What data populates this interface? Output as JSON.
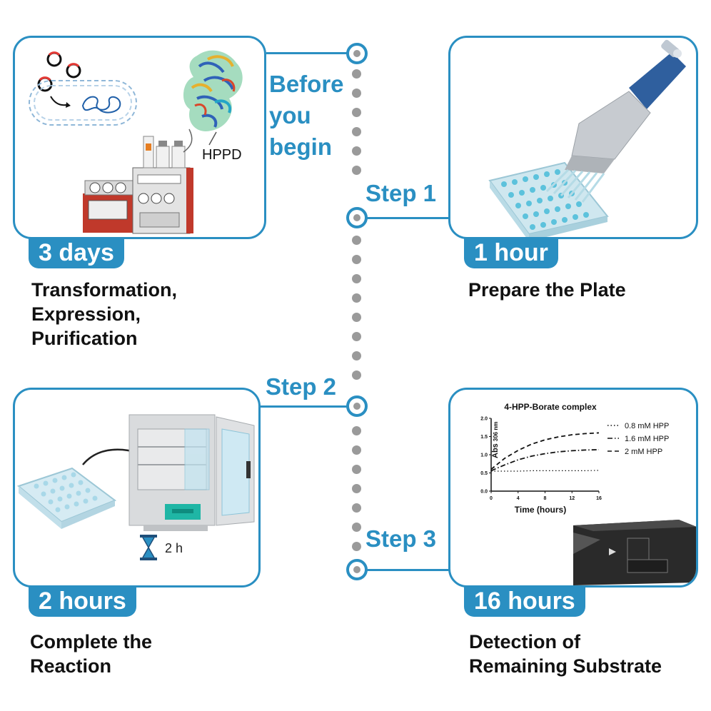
{
  "timeline": {
    "before": {
      "line1": "Before",
      "line2": "you",
      "line3": "begin"
    },
    "step1": "Step 1",
    "step2": "Step 2",
    "step3": "Step 3"
  },
  "panels": {
    "before": {
      "label": "HPPD",
      "duration": "3 days",
      "caption": [
        "Transformation,",
        "Expression,",
        "Purification"
      ]
    },
    "step1": {
      "duration": "1 hour",
      "caption": [
        "Prepare the Plate"
      ]
    },
    "step2": {
      "timer": "2 h",
      "duration": "2 hours",
      "caption": [
        "Complete the",
        "Reaction"
      ]
    },
    "step3": {
      "duration": "16 hours",
      "caption": [
        "Detection of",
        "Remaining Substrate"
      ]
    }
  },
  "chart_data": {
    "type": "line",
    "title": "4-HPP-Borate complex",
    "xlabel": "Time (hours)",
    "ylabel": "Abs",
    "ylabel_sub": "306 nm",
    "xticks": [
      0,
      4,
      8,
      12,
      16
    ],
    "yticks": [
      0.0,
      0.5,
      1.0,
      1.5,
      2.0
    ],
    "xlim": [
      0,
      16
    ],
    "ylim": [
      0,
      2.0
    ],
    "x": [
      0,
      2,
      4,
      6,
      8,
      10,
      12,
      14,
      16
    ],
    "series": [
      {
        "name": "0.8 mM HPP",
        "style": "dotted",
        "values": [
          0.55,
          0.55,
          0.55,
          0.56,
          0.56,
          0.56,
          0.56,
          0.56,
          0.57
        ]
      },
      {
        "name": "1.6 mM HPP",
        "style": "dashdot",
        "values": [
          0.56,
          0.72,
          0.86,
          0.96,
          1.03,
          1.08,
          1.11,
          1.13,
          1.14
        ]
      },
      {
        "name": "2 mM HPP",
        "style": "dashed",
        "values": [
          0.6,
          0.9,
          1.12,
          1.29,
          1.41,
          1.49,
          1.55,
          1.58,
          1.6
        ]
      }
    ],
    "legend": "top-right"
  },
  "colors": {
    "accent": "#2a8fc2",
    "dots": "#9a9a9a"
  }
}
